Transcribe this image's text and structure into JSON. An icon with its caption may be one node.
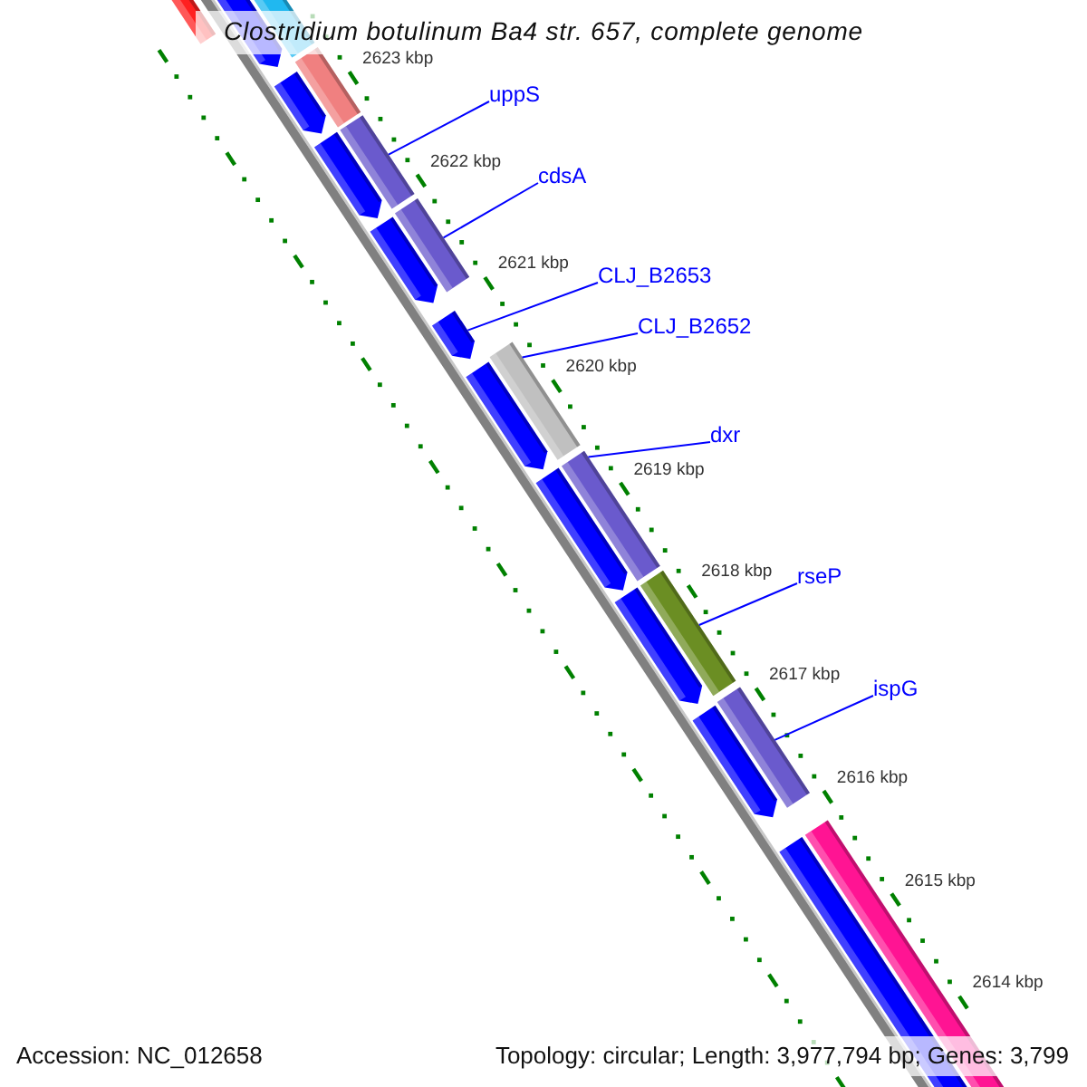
{
  "diagram": {
    "title": "Clostridium botulinum Ba4 str. 657, complete genome",
    "nodes": [
      {
        "text": [
          "uppS"
        ]
      },
      {
        "text": [
          "cdsA"
        ]
      },
      {
        "text": [
          "CLJ_B2653"
        ]
      },
      {
        "text": [
          "CLJ_B2652"
        ]
      },
      {
        "text": [
          "dxr"
        ]
      },
      {
        "text": [
          "rseP"
        ]
      },
      {
        "text": [
          "ispG"
        ]
      },
      {
        "text": [],
        "shape": "bar"
      },
      {
        "text": [],
        "shape": "bar"
      },
      {
        "text": [],
        "shape": "arrow"
      },
      {
        "text": [],
        "shape": "bar"
      },
      {
        "text": [],
        "shape": "bar"
      },
      {
        "text": [],
        "shape": "bar"
      },
      {
        "text": [],
        "shape": "bar"
      }
    ],
    "edges": [
      {
        "from": 0,
        "to": 7,
        "arrow": "none"
      },
      {
        "from": 1,
        "to": 8,
        "arrow": "none"
      },
      {
        "from": 2,
        "to": 9,
        "arrow": "none"
      },
      {
        "from": 3,
        "to": 10,
        "arrow": "none"
      },
      {
        "from": 4,
        "to": 11,
        "arrow": "none"
      },
      {
        "from": 5,
        "to": 12,
        "arrow": "none"
      },
      {
        "from": 6,
        "to": 13,
        "arrow": "none"
      }
    ],
    "labels": [
      "2623 kbp",
      "2622 kbp",
      "2621 kbp",
      "2620 kbp",
      "2619 kbp",
      "2618 kbp",
      "2617 kbp",
      "2616 kbp",
      "2615 kbp",
      "2614 kbp",
      "Accession: NC_012658",
      "Topology: circular; Length: 3,977,794 bp; Genes: 3,799"
    ]
  }
}
